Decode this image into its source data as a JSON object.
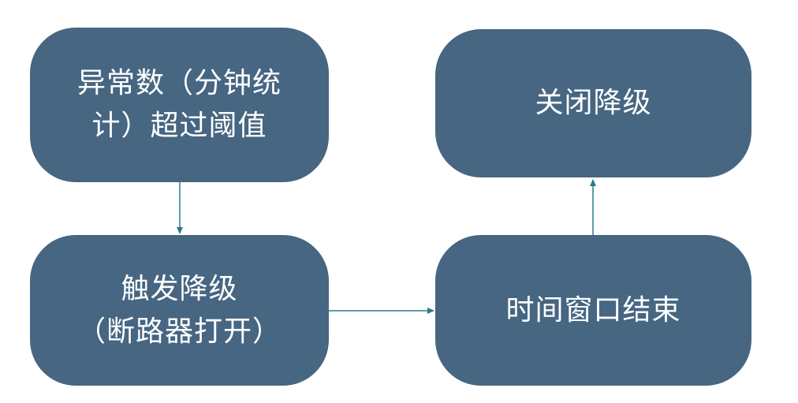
{
  "nodes": {
    "anomaly": {
      "lines": [
        "异常数（分钟统",
        "计）超过阈值"
      ]
    },
    "trigger": {
      "lines": [
        "触发降级",
        "（断路器打开）"
      ]
    },
    "window": {
      "lines": [
        "时间窗口结束"
      ]
    },
    "close": {
      "lines": [
        "关闭降级"
      ]
    }
  },
  "colors": {
    "node_fill": "#466682",
    "node_text": "#ffffff",
    "edge": "#2b7a8c"
  }
}
